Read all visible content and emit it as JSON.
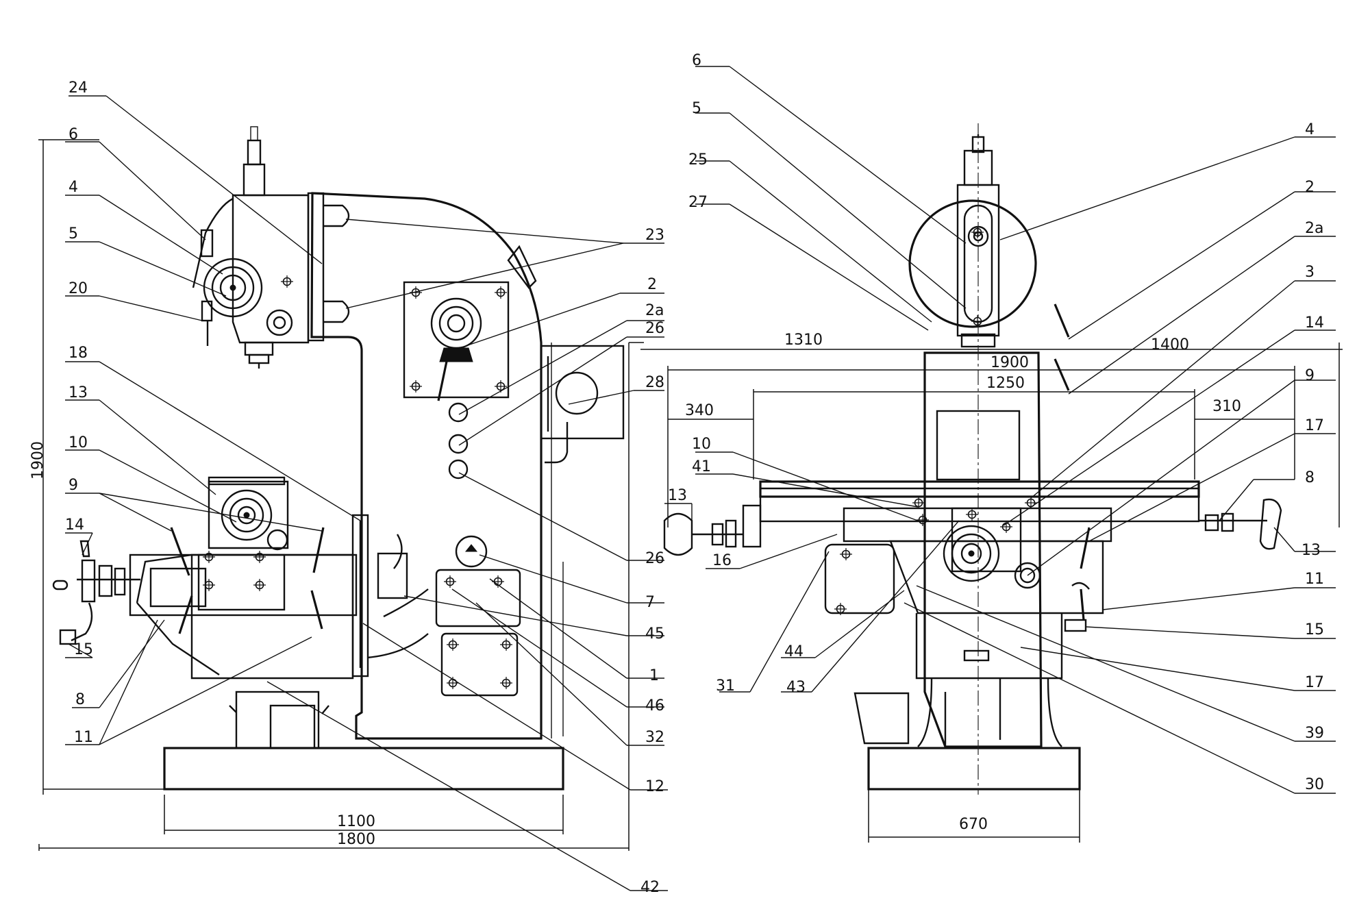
{
  "views": {
    "left": {
      "callouts": [
        "24",
        "6",
        "4",
        "5",
        "20",
        "18",
        "13",
        "10",
        "9",
        "14",
        "15",
        "8",
        "11",
        "23",
        "2",
        "2a",
        "26",
        "28",
        "26",
        "7",
        "45",
        "1",
        "46",
        "32",
        "12",
        "42"
      ],
      "dimensions": {
        "height": "1900",
        "base_length": "1100",
        "overall_length": "1800"
      }
    },
    "right": {
      "callouts": [
        "6",
        "5",
        "25",
        "27",
        "4",
        "2",
        "2a",
        "3",
        "14",
        "9",
        "17",
        "8",
        "13",
        "11",
        "15",
        "17",
        "39",
        "30",
        "10",
        "41",
        "13",
        "16",
        "44",
        "31",
        "43"
      ],
      "dimensions": {
        "d1310": "1310",
        "d1400": "1400",
        "d1900": "1900",
        "d1250": "1250",
        "d340": "340",
        "d310": "310",
        "base_width": "670"
      }
    }
  }
}
